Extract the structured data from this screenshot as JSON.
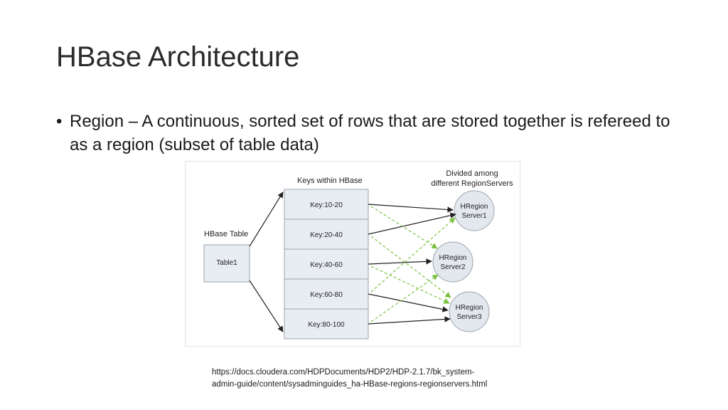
{
  "slide": {
    "title": "HBase Architecture",
    "bullets": [
      "Region – A continuous, sorted set of rows that are stored together is refereed to as a region (subset of table data)"
    ]
  },
  "diagram": {
    "table_heading": "HBase Table",
    "table_name": "Table1",
    "keys_heading": "Keys within HBase",
    "servers_heading": [
      "Divided among",
      "different RegionServers"
    ],
    "key_ranges": [
      "Key:10-20",
      "Key:20-40",
      "Key:40-60",
      "Key:60-80",
      "Key:80-100"
    ],
    "servers": [
      [
        "HRegion",
        "Server1"
      ],
      [
        "HRegion",
        "Server2"
      ],
      [
        "HRegion",
        "Server3"
      ]
    ],
    "colors": {
      "box_fill": "#e8edf3",
      "box_stroke": "#9aa3ad",
      "server_fill": "#e3e8ee",
      "arrow": "#222222",
      "replica_arrow": "#7cc242"
    }
  },
  "source": {
    "lines": [
      "https://docs.cloudera.com/HDPDocuments/HDP2/HDP-2.1.7/bk_system-",
      "admin-guide/content/sysadminguides_ha-HBase-regions-regionservers.html"
    ]
  }
}
